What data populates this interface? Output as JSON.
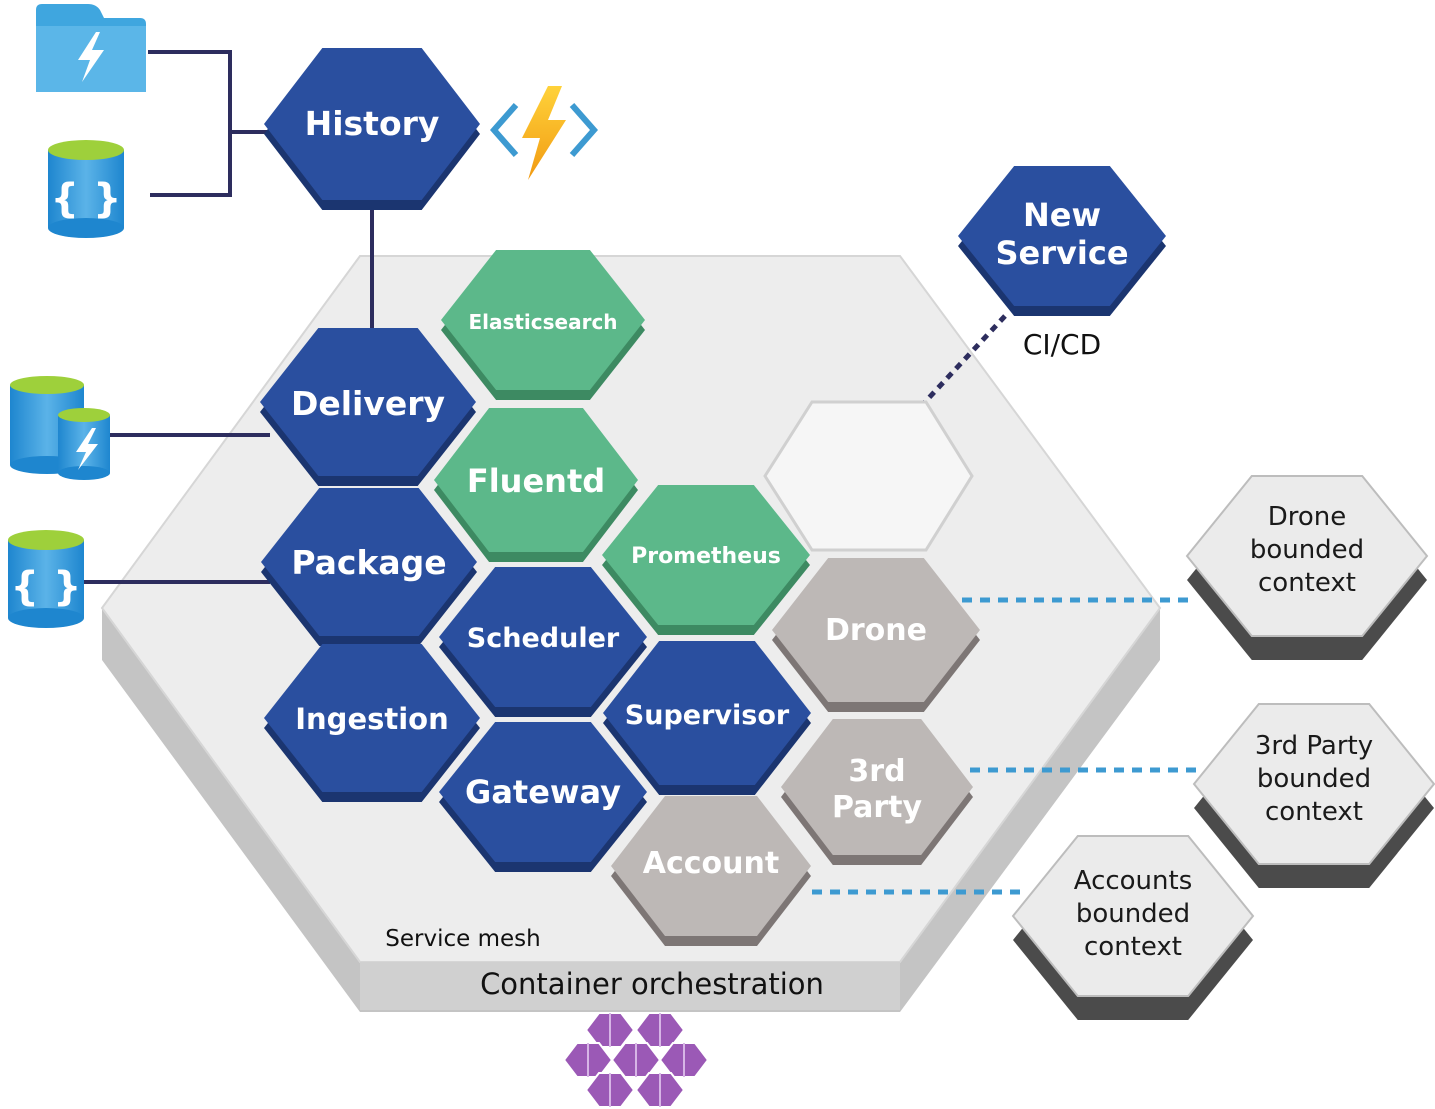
{
  "services": {
    "history": "History",
    "delivery": "Delivery",
    "package": "Package",
    "ingestion": "Ingestion",
    "scheduler": "Scheduler",
    "gateway": "Gateway",
    "supervisor": "Supervisor",
    "new_service_line1": "New",
    "new_service_line2": "Service"
  },
  "monitoring": {
    "elasticsearch": "Elasticsearch",
    "fluentd": "Fluentd",
    "prometheus": "Prometheus"
  },
  "third_party_services": {
    "drone": "Drone",
    "third_party_line1": "3rd",
    "third_party_line2": "Party",
    "account": "Account"
  },
  "bounded_contexts": {
    "drone": [
      "Drone",
      "bounded",
      "context"
    ],
    "third_party": [
      "3rd Party",
      "bounded",
      "context"
    ],
    "accounts": [
      "Accounts",
      "bounded",
      "context"
    ]
  },
  "labels": {
    "cicd": "CI/CD",
    "service_mesh": "Service mesh",
    "container_orchestration": "Container orchestration"
  },
  "colors": {
    "service_blue": "#2a4f9f",
    "service_blue_dark": "#1b3570",
    "monitoring_green": "#5cb88a",
    "monitoring_green_dark": "#3d8a62",
    "bounded_gray": "#bdb8b6",
    "bounded_gray_dark": "#7d7675",
    "mesh_face": "#ededed",
    "mesh_side": "#c4c4c4",
    "connector": "#2d2d5e",
    "dotted_link": "#3d9ad1",
    "cicd_dots": "#2d2d5e",
    "orchestrator_purple": "#9b59b6"
  },
  "icons": {
    "storage": "folder-lightning-icon",
    "cosmos_db": "database-braces-icon",
    "function": "azure-function-icon",
    "redis": "database-lightning-icon",
    "orchestrator": "kubernetes-service-icon"
  }
}
